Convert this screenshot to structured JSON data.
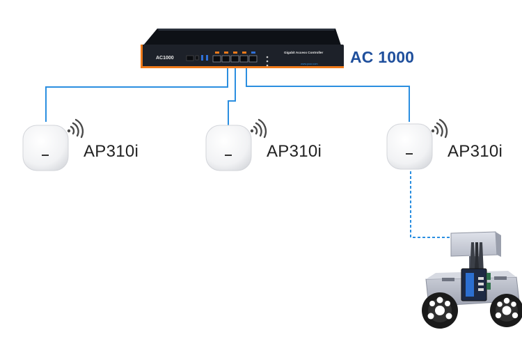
{
  "controller": {
    "name": "AC 1000",
    "front_model": "AC1000",
    "front_title": "Gigabit Access Controller",
    "front_url": "www.pusr.com"
  },
  "access_points": [
    {
      "label": "AP310i"
    },
    {
      "label": "AP310i"
    },
    {
      "label": "AP310i"
    }
  ],
  "colors": {
    "link_line": "#2a8ee0",
    "controller_label": "#1f4f9c",
    "device_body": "#1d2129",
    "device_accent": "#f07a1a"
  },
  "icons": [
    "wifi-signal-icon",
    "access-point-device",
    "controller-device",
    "robot-vehicle"
  ]
}
